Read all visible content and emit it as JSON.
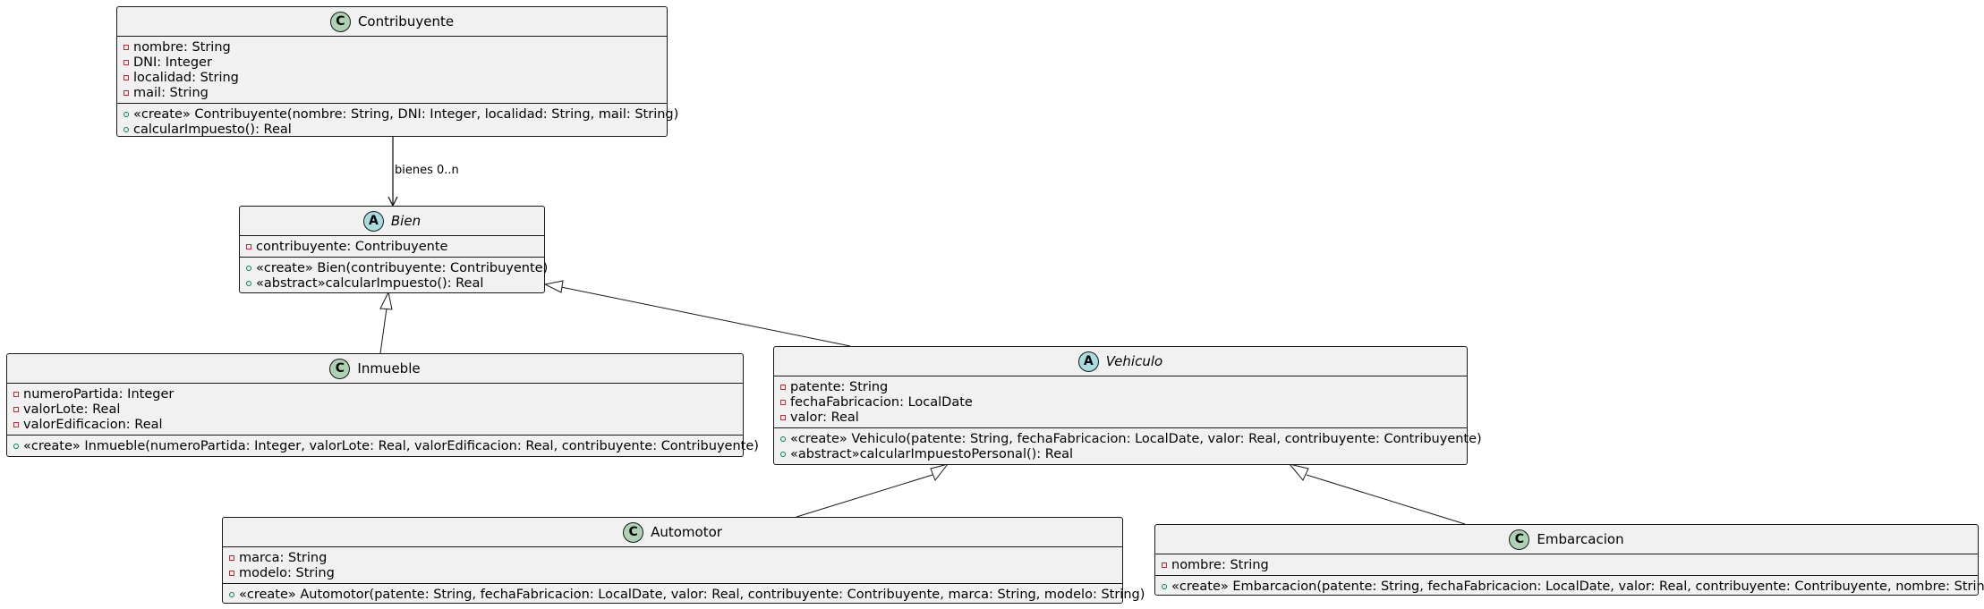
{
  "classes": {
    "contribuyente": {
      "name": "Contribuyente",
      "badge": "C",
      "attributes": [
        {
          "vis": "private",
          "text": "nombre: String"
        },
        {
          "vis": "private",
          "text": "DNI: Integer"
        },
        {
          "vis": "private",
          "text": "localidad: String"
        },
        {
          "vis": "private",
          "text": "mail: String"
        }
      ],
      "methods": [
        {
          "vis": "public",
          "text": "«create» Contribuyente(nombre: String, DNI: Integer, localidad: String, mail: String)"
        },
        {
          "vis": "public",
          "text": "calcularImpuesto(): Real"
        }
      ]
    },
    "bien": {
      "name": "Bien",
      "badge": "A",
      "attributes": [
        {
          "vis": "private",
          "text": "contribuyente: Contribuyente"
        }
      ],
      "methods": [
        {
          "vis": "public",
          "text": "«create» Bien(contribuyente: Contribuyente)"
        },
        {
          "vis": "public",
          "text": "«abstract»calcularImpuesto(): Real"
        }
      ]
    },
    "inmueble": {
      "name": "Inmueble",
      "badge": "C",
      "attributes": [
        {
          "vis": "private",
          "text": "numeroPartida: Integer"
        },
        {
          "vis": "private",
          "text": "valorLote: Real"
        },
        {
          "vis": "private",
          "text": "valorEdificacion: Real"
        }
      ],
      "methods": [
        {
          "vis": "public",
          "text": "«create» Inmueble(numeroPartida: Integer, valorLote: Real, valorEdificacion: Real, contribuyente: Contribuyente)"
        }
      ]
    },
    "vehiculo": {
      "name": "Vehiculo",
      "badge": "A",
      "attributes": [
        {
          "vis": "private",
          "text": "patente: String"
        },
        {
          "vis": "private",
          "text": "fechaFabricacion: LocalDate"
        },
        {
          "vis": "private",
          "text": "valor: Real"
        }
      ],
      "methods": [
        {
          "vis": "public",
          "text": "«create» Vehiculo(patente: String, fechaFabricacion: LocalDate, valor: Real, contribuyente: Contribuyente)"
        },
        {
          "vis": "public",
          "text": "«abstract»calcularImpuestoPersonal(): Real"
        }
      ]
    },
    "automotor": {
      "name": "Automotor",
      "badge": "C",
      "attributes": [
        {
          "vis": "private",
          "text": "marca: String"
        },
        {
          "vis": "private",
          "text": "modelo: String"
        }
      ],
      "methods": [
        {
          "vis": "public",
          "text": "«create» Automotor(patente: String, fechaFabricacion: LocalDate, valor: Real, contribuyente: Contribuyente, marca: String, modelo: String)"
        }
      ]
    },
    "embarcacion": {
      "name": "Embarcacion",
      "badge": "C",
      "attributes": [
        {
          "vis": "private",
          "text": "nombre: String"
        }
      ],
      "methods": [
        {
          "vis": "public",
          "text": "«create» Embarcacion(patente: String, fechaFabricacion: LocalDate, valor: Real, contribuyente: Contribuyente, nombre: String)"
        }
      ]
    }
  },
  "association_label": "bienes 0..n"
}
